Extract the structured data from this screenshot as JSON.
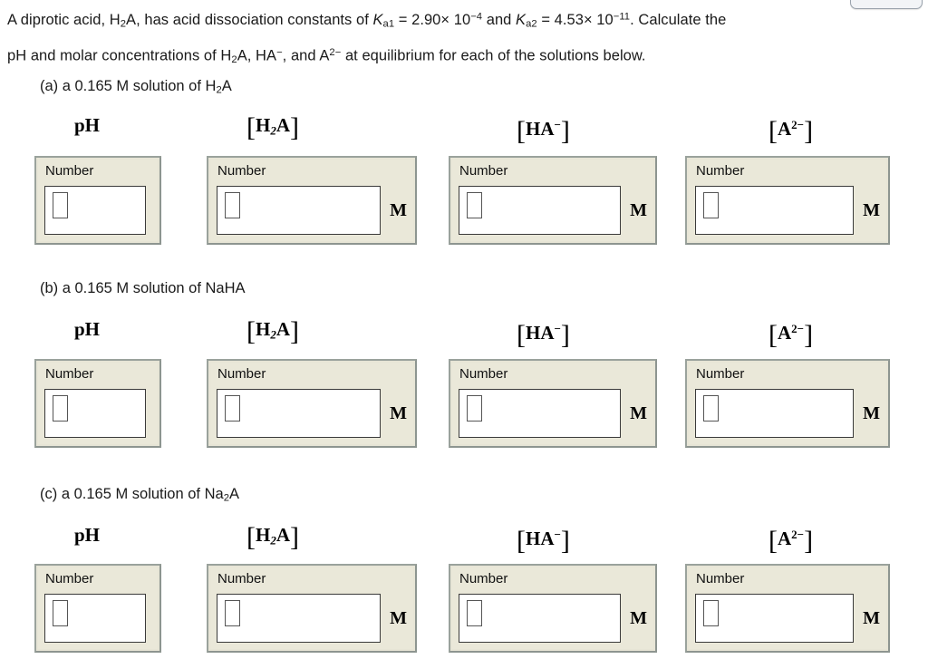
{
  "problem": {
    "line1_a": "A diprotic acid, H",
    "line1_b": "2",
    "line1_c": "A, has acid dissociation constants of ",
    "ka1_sym": "K",
    "ka1_sub": "a1",
    "ka1_val": " = 2.90× 10",
    "ka1_exp": "−4",
    "mid": " and ",
    "ka2_sym": "K",
    "ka2_sub": "a2",
    "ka2_val": " = 4.53× 10",
    "ka2_exp": "−11",
    "line1_end": ". Calculate the",
    "line2_a": "pH and molar concentrations of H",
    "line2_sub1": "2",
    "line2_b": "A, HA",
    "line2_sup1": "−",
    "line2_c": ", and A",
    "line2_sup2": "2−",
    "line2_d": " at equilibrium for each of the solutions below."
  },
  "column_headers": {
    "ph": "pH",
    "h2a_open": "[",
    "h2a_h": "H",
    "h2a_sub": "2",
    "h2a_a": "A",
    "h2a_close": "]",
    "ha_open": "[",
    "ha_txt": "HA",
    "ha_sup": "−",
    "ha_close": "]",
    "a2_open": "[",
    "a2_txt": "A",
    "a2_sup": "2−",
    "a2_close": "]"
  },
  "field": {
    "number_label": "Number",
    "unit_molar": "M",
    "value": "",
    "placeholder": ""
  },
  "sections": [
    {
      "id": "a",
      "label": "(a) a 0.165 M solution of H₂A",
      "label_prefix": "(a) a 0.165 M solution of H",
      "label_sub": "2",
      "label_suffix": "A"
    },
    {
      "id": "b",
      "label": "(b) a 0.165 M solution of NaHA",
      "label_prefix": "(b) a 0.165 M solution of NaHA",
      "label_sub": "",
      "label_suffix": ""
    },
    {
      "id": "c",
      "label": "(c) a 0.165 M solution of Na₂A",
      "label_prefix": "(c) a 0.165 M solution of Na",
      "label_sub": "2",
      "label_suffix": "A"
    }
  ],
  "colors": {
    "panel_bg": "#eae8d9",
    "panel_border": "#949c96",
    "field_bg": "#ffffff",
    "text": "#1a1a1a"
  }
}
